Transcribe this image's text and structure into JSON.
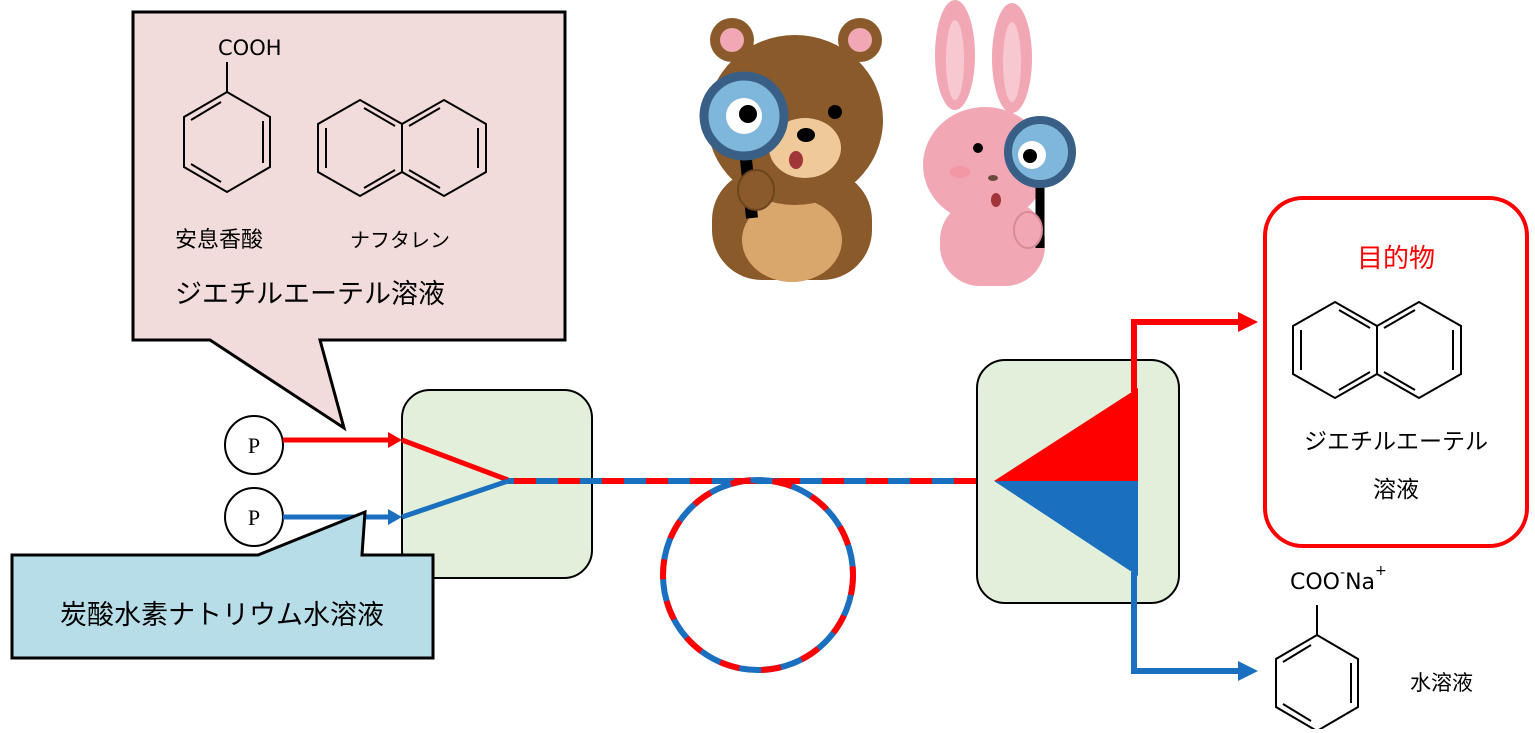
{
  "input_callout": {
    "formula_label": "COOH",
    "compound_1": "安息香酸",
    "compound_2": "ナフタレン",
    "solvent": "ジエチルエーテル溶液"
  },
  "aqueous_callout": {
    "label": "炭酸水素ナトリウム水溶液"
  },
  "pumps": [
    {
      "label": "P"
    },
    {
      "label": "P"
    }
  ],
  "target_box": {
    "title": "目的物",
    "solvent_line1": "ジエチルエーテル",
    "solvent_line2": "溶液"
  },
  "aqueous_output": {
    "formula_main": "COO",
    "charge_minus": "-",
    "counter_ion": "Na",
    "charge_plus": "+",
    "solvent": "水溶液"
  },
  "colors": {
    "organic_stream": "#ff0000",
    "aqueous_stream": "#1a6fbe",
    "mixer_fill": "#e2efda",
    "callout_pink": "#f2dcdb",
    "callout_blue": "#b7dee8",
    "target_border": "#ff0000",
    "title_red": "#ff0000"
  },
  "icons": [
    "bear-with-magnifier-icon",
    "rabbit-with-magnifier-icon",
    "benzoic-acid-structure",
    "naphthalene-structure",
    "benzoate-structure"
  ]
}
